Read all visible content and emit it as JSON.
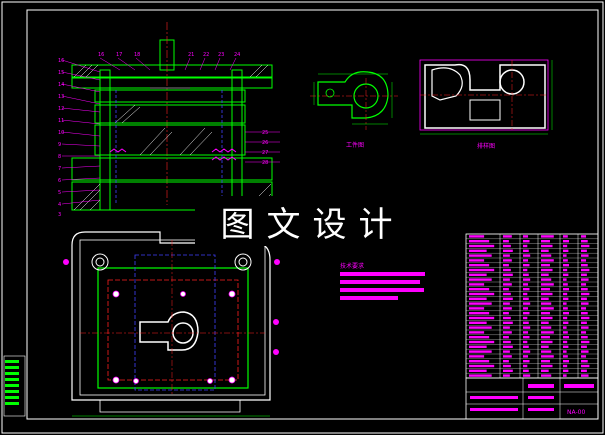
{
  "drawing": {
    "background": "#000000",
    "colors": {
      "frame": "#ffffff",
      "outline": "#00ff00",
      "dimension": "#ff00ff",
      "hidden": "#4040ff",
      "center": "#ff2020",
      "hatch": "#ffffff",
      "annot": "#00ffff"
    },
    "watermark": "图文设计",
    "views": [
      {
        "id": "section-view",
        "label": ""
      },
      {
        "id": "part-view",
        "label": "工件图"
      },
      {
        "id": "layout-view",
        "label": "排样图"
      },
      {
        "id": "plan-view",
        "label": ""
      }
    ],
    "tech_requirements": {
      "title": "技术要求",
      "lines": 4
    },
    "parts_list": {
      "rows": 30,
      "columns": 6
    },
    "title_block": {
      "drawing_no": "NA-00"
    }
  }
}
